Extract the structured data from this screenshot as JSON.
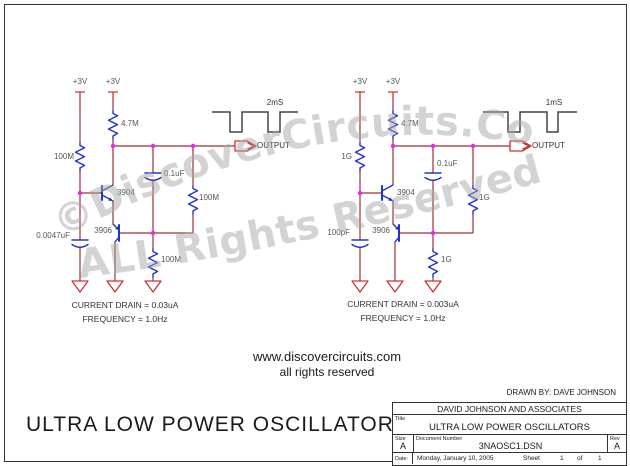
{
  "colors": {
    "wire": "#993333",
    "comp": "#2233cc",
    "accent_red": "#cc3333",
    "junction": "#ee22ee",
    "label_text": "#555555",
    "annotation_text": "#333333",
    "waveform": "#444444",
    "watermark": "#a8a8a8",
    "border": "#333333",
    "text": "#1a1a1a"
  },
  "watermark": {
    "line1": "©DiscoverCircuits.Com",
    "line2": "ALL Rights Reserved"
  },
  "left": {
    "supply1": "+3V",
    "supply2": "+3V",
    "r_bias": "100M",
    "r_collector": "4.7M",
    "c_main": "0.1uF",
    "r_load": "100M",
    "r_emitter": "100M",
    "c_timing": "0.0047uF",
    "q_npn": "3904",
    "q_pnp": "3906",
    "pulse": "2mS",
    "output": "OUTPUT",
    "current": "CURRENT DRAIN = 0.03uA",
    "freq": "FREQUENCY = 1.0Hz"
  },
  "right": {
    "supply1": "+3V",
    "supply2": "+3V",
    "r_bias": "1G",
    "r_collector": "4.7M",
    "c_main": "0.1uF",
    "r_load": "1G",
    "r_emitter": "1G",
    "c_timing": "100pF",
    "q_npn": "3904",
    "q_pnp": "3906",
    "pulse": "1mS",
    "output": "OUTPUT",
    "current": "CURRENT DRAIN = 0.003uA",
    "freq": "FREQUENCY = 1.0Hz"
  },
  "footer": {
    "website": "www.discovercircuits.com",
    "rights": "all rights reserved",
    "main_title": "ULTRA LOW POWER OSCILLATORS",
    "drawn_by": "DRAWN BY: DAVE JOHNSON"
  },
  "title_block": {
    "company": "DAVID JOHNSON AND ASSOCIATES",
    "title_label": "Title",
    "title": "ULTRA LOW POWER OSCILLATORS",
    "size_label": "Size",
    "size": "A",
    "doc_label": "Document Number",
    "doc_number": "3NAOSC1.DSN",
    "rev_label": "Rev",
    "rev": "A",
    "date_label": "Date:",
    "date": "Monday, January 10, 2005",
    "sheet_label": "Sheet",
    "sheet": "1",
    "of_label": "of",
    "total": "1"
  }
}
